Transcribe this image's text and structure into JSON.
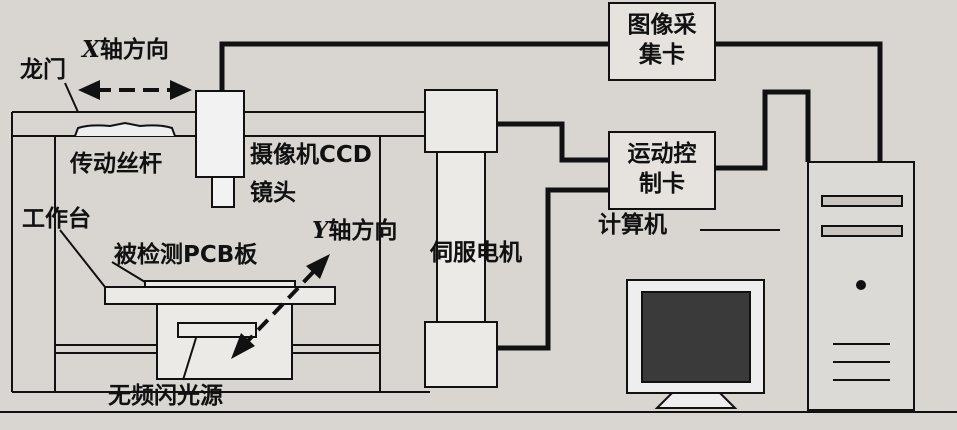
{
  "labels": {
    "gantry": "龙门",
    "x_axis_letter": "X",
    "x_axis_text": "轴方向",
    "lead_screw": "传动丝杆",
    "camera_ccd": "摄像机CCD",
    "lens": "镜头",
    "worktable": "工作台",
    "y_axis_letter": "Y",
    "y_axis_text": "轴方向",
    "pcb_board": "被检测PCB板",
    "strobe_light": "无频闪光源",
    "servo_motor": "伺服电机",
    "image_card_line1": "图像采",
    "image_card_line2": "集卡",
    "motion_card_line1": "运动控",
    "motion_card_line2": "制卡",
    "computer": "计算机"
  },
  "colors": {
    "background": "#d9d6d2",
    "stroke": "#111111",
    "monitor_screen": "#3a3a3a",
    "tower_fill": "#dcdad6"
  }
}
